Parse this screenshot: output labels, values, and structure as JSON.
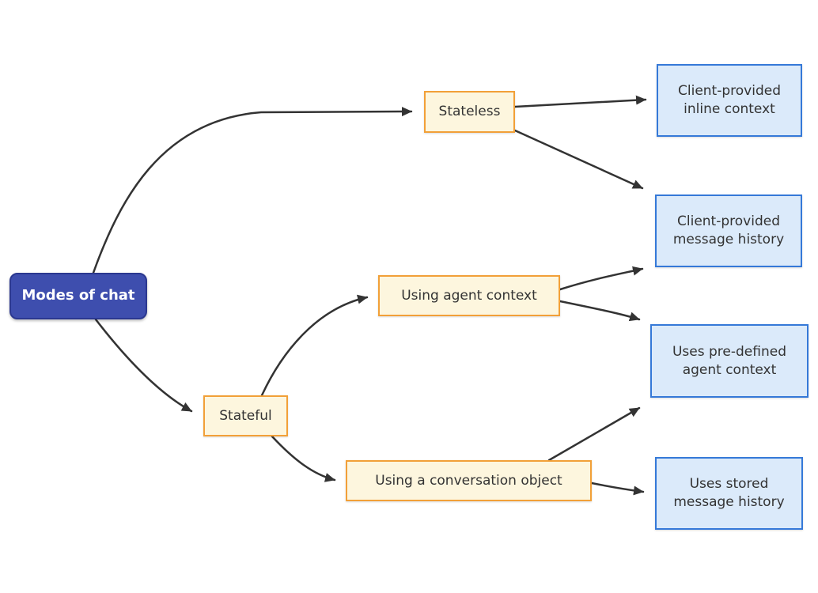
{
  "colors": {
    "edge": "#333333",
    "root_fill": "#3e4eae",
    "root_border": "#2b3890",
    "root_text": "#ffffff",
    "branch_fill": "#fdf6de",
    "branch_border": "#f2a038",
    "leaf_fill": "#dbeafa",
    "leaf_border": "#3579d8",
    "node_text": "#333333"
  },
  "nodes": {
    "root": {
      "label": "Modes of chat"
    },
    "stateless": {
      "label": "Stateless"
    },
    "stateful": {
      "label": "Stateful"
    },
    "using_agent_context": {
      "label": "Using agent context"
    },
    "using_conversation_object": {
      "label": "Using a conversation object"
    },
    "client_inline_context": {
      "label": "Client-provided\ninline context"
    },
    "client_message_history": {
      "label": "Client-provided\nmessage history"
    },
    "predefined_agent_context": {
      "label": "Uses pre-defined\nagent context"
    },
    "stored_message_history": {
      "label": "Uses stored\nmessage history"
    }
  },
  "edges": [
    {
      "from": "root",
      "to": "stateless"
    },
    {
      "from": "root",
      "to": "stateful"
    },
    {
      "from": "stateless",
      "to": "client_inline_context"
    },
    {
      "from": "stateless",
      "to": "client_message_history"
    },
    {
      "from": "stateful",
      "to": "using_agent_context"
    },
    {
      "from": "stateful",
      "to": "using_conversation_object"
    },
    {
      "from": "using_agent_context",
      "to": "client_message_history"
    },
    {
      "from": "using_agent_context",
      "to": "predefined_agent_context"
    },
    {
      "from": "using_conversation_object",
      "to": "predefined_agent_context"
    },
    {
      "from": "using_conversation_object",
      "to": "stored_message_history"
    }
  ]
}
